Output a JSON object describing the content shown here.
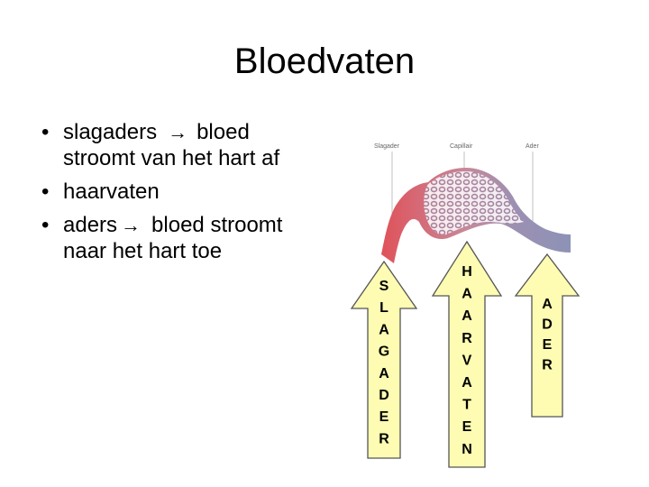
{
  "title": "Bloedvaten",
  "bullets": [
    {
      "before": "slagaders",
      "arrow": "→",
      "after": "bloed stroomt van het hart af"
    },
    {
      "before": "haarvaten",
      "arrow": "",
      "after": ""
    },
    {
      "before": "aders",
      "arrow": "→",
      "after": "bloed stroomt naar het hart toe"
    }
  ],
  "diagram": {
    "labels": {
      "artery": "Slagader",
      "capillary": "Capillair",
      "vein": "Ader"
    },
    "colors": {
      "artery": "#e0525a",
      "capillary": "#b89aa8",
      "vein": "#8d93b6"
    }
  },
  "arrow_labels": {
    "slagader": [
      "S",
      "L",
      "A",
      "G",
      "A",
      "D",
      "E",
      "R"
    ],
    "haarvaten": [
      "H",
      "A",
      "A",
      "R",
      "V",
      "A",
      "T",
      "E",
      "N"
    ],
    "ader": [
      "A",
      "D",
      "E",
      "R"
    ]
  },
  "arrow_colors": {
    "fill": "#fdfcb2",
    "stroke": "#555555"
  }
}
